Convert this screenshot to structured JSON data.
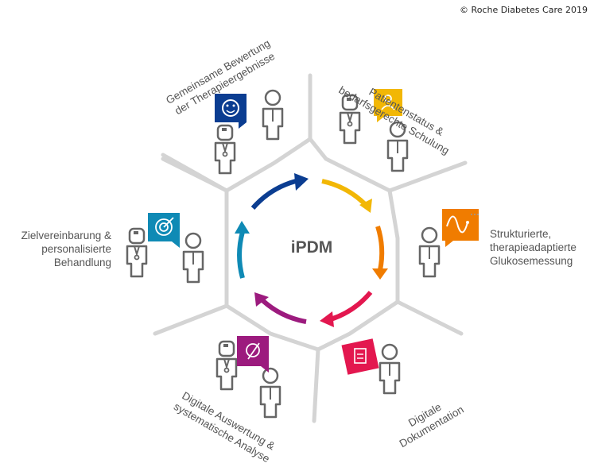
{
  "copyright": "© Roche Diabetes Care 2019",
  "center_label": "iPDM",
  "colors": {
    "blue_dark": "#0b3d91",
    "yellow": "#f2b705",
    "orange": "#f07c00",
    "red": "#e3174f",
    "purple": "#9c1b7e",
    "teal": "#0f8ab5",
    "gray_line": "#d4d4d4",
    "figure": "#666666"
  },
  "steps": [
    {
      "id": "step1",
      "lines": [
        "Patientenstatus &",
        "bedarfsgerechte Schulung"
      ],
      "color": "#f2b705",
      "icon": "clipboard-person-icon"
    },
    {
      "id": "step2",
      "lines": [
        "Strukturierte,",
        "therapieadaptierte",
        "Glukosemessung"
      ],
      "color": "#f07c00",
      "icon": "glucose-curve-icon"
    },
    {
      "id": "step3",
      "lines": [
        "Digitale",
        "Dokumentation"
      ],
      "color": "#e3174f",
      "icon": "document-icon"
    },
    {
      "id": "step4",
      "lines": [
        "Digitale Auswertung &",
        "systematische Analyse"
      ],
      "color": "#9c1b7e",
      "icon": "analysis-icon"
    },
    {
      "id": "step5",
      "lines": [
        "Zielvereinbarung &",
        "personalisierte",
        "Behandlung"
      ],
      "color": "#0f8ab5",
      "icon": "target-icon"
    },
    {
      "id": "step6",
      "lines": [
        "Gemeinsame Bewertung",
        "der Therapieergebnisse"
      ],
      "color": "#0b3d91",
      "icon": "smiley-icon"
    }
  ]
}
